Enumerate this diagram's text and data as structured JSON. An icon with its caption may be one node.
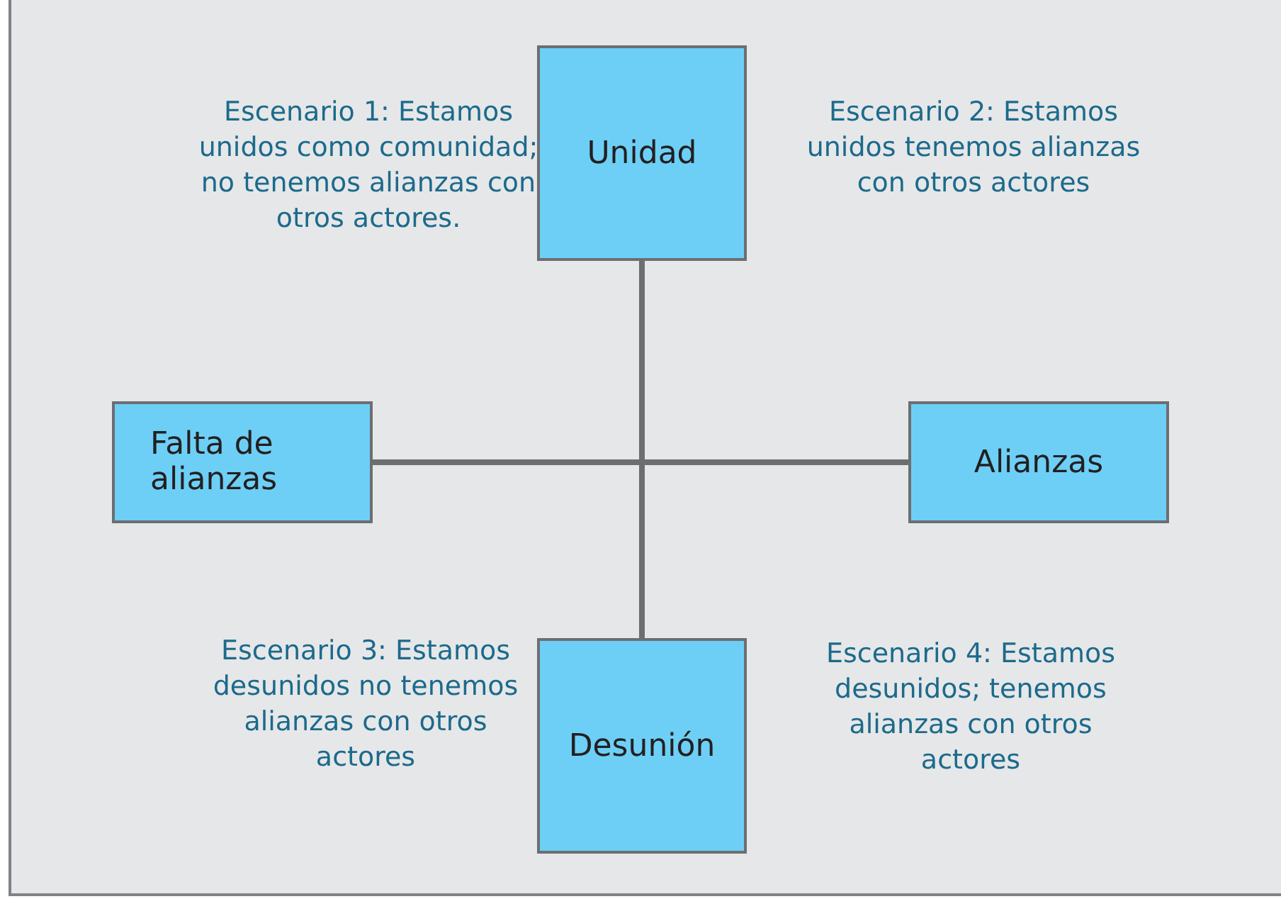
{
  "diagram": {
    "nodes": [
      {
        "text": [
          "Unidad"
        ]
      },
      {
        "text": [
          "Falta de alianzas"
        ]
      },
      {
        "text": [
          "Alianzas"
        ]
      },
      {
        "text": [
          "Desunión"
        ]
      }
    ],
    "edges": [
      {
        "from": 0,
        "to": 3,
        "arrow": "none"
      },
      {
        "from": 1,
        "to": 2,
        "arrow": "none"
      }
    ],
    "labels": [
      "Escenario 1: Estamos unidos como comunidad; no tenemos alianzas con otros actores.",
      "Escenario 2: Estamos unidos tenemos alianzas con otros actores",
      "Escenario 3: Estamos desunidos no tenemos alianzas con otros actores",
      "Escenario 4: Estamos desunidos; tenemos alianzas con otros actores"
    ]
  }
}
